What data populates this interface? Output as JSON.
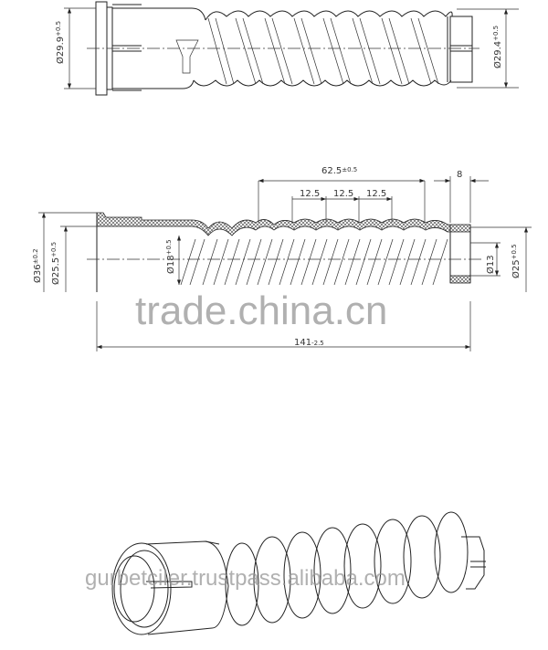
{
  "views": {
    "top_view": {
      "dim_left": {
        "value": "Ø29.9",
        "tol": "+0.5"
      },
      "dim_right": {
        "value": "Ø29.4",
        "tol": "+0.5"
      }
    },
    "section_view": {
      "dim_outer": {
        "value": "Ø36",
        "tol": "±0.2"
      },
      "dim_inner": {
        "value": "Ø25.5",
        "tol": "+0.5"
      },
      "dim_bore": {
        "value": "Ø18",
        "tol": "+0.5"
      },
      "dim_corrugated_length": {
        "value": "62.5",
        "tol": "±0.5"
      },
      "dim_pitch": [
        "12.5",
        "12.5",
        "12.5"
      ],
      "dim_end_length": {
        "value": "8"
      },
      "dim_end_inner": {
        "value": "Ø13"
      },
      "dim_end_outer": {
        "value": "Ø25",
        "tol": "+0.5"
      },
      "dim_total": {
        "value": "141",
        "tol": "-2.5"
      }
    },
    "iso_view": {
      "label": "isometric-view"
    }
  },
  "watermarks": {
    "primary": "trade.china.cn",
    "secondary": "gurbetciler.trustpass.alibaba.com"
  }
}
